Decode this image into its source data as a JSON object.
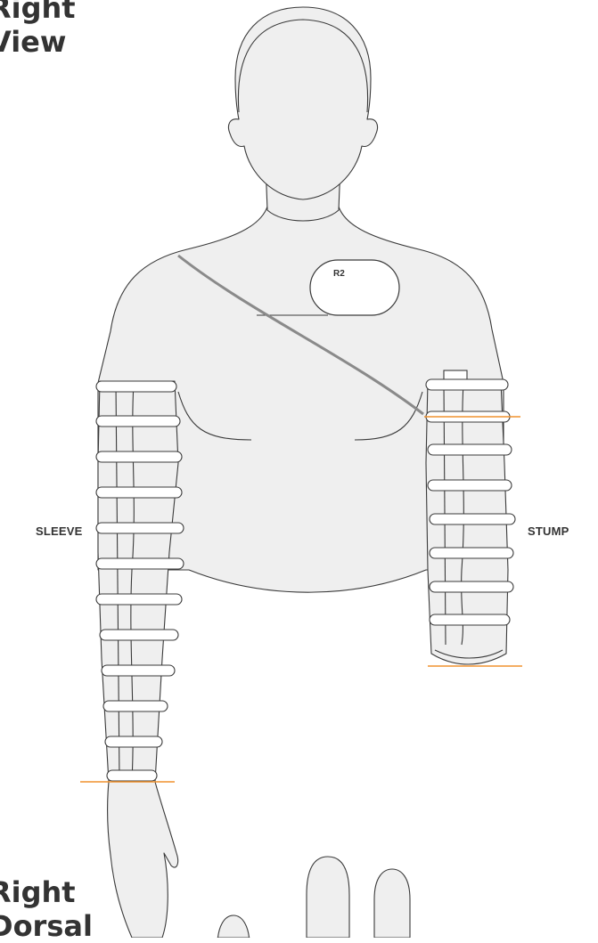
{
  "headings": {
    "top": [
      "Right",
      "View"
    ],
    "bottom": [
      "Right",
      "Dorsal"
    ]
  },
  "labels": {
    "sleeve": "SLEEVE",
    "stump": "STUMP",
    "sensor": "R2"
  },
  "colors": {
    "skin": "#efefef",
    "outline": "#3a3a3a",
    "marker": "#f0922e",
    "strap": "#8a8a8a",
    "band": "#ffffff"
  }
}
